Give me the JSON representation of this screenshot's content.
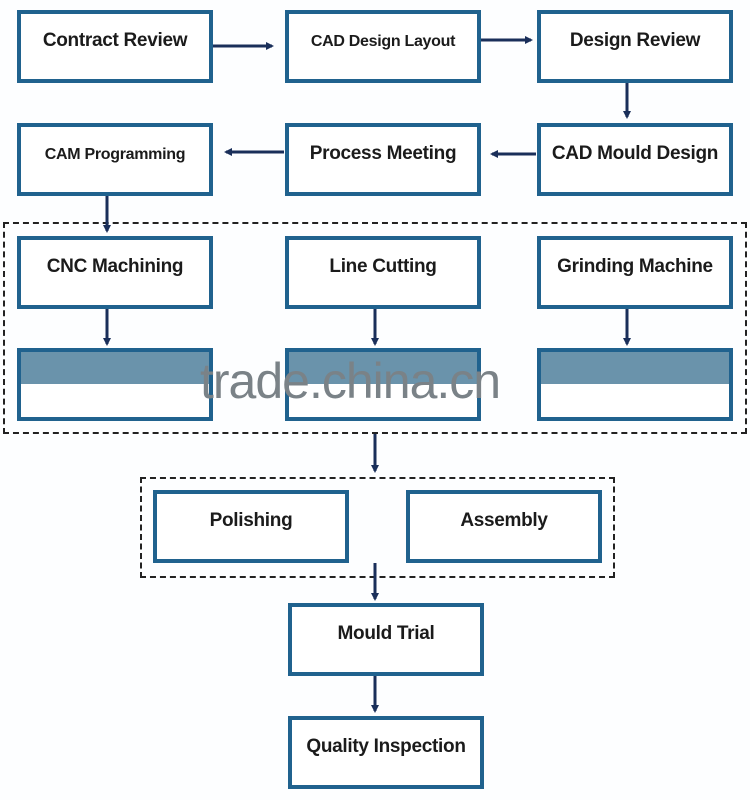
{
  "steps": {
    "contract_review": "Contract Review",
    "cad_design_layout": "CAD Design Layout",
    "design_review": "Design Review",
    "cam_programming": "CAM Programming",
    "process_meeting": "Process Meeting",
    "cad_mould_design": "CAD Mould Design",
    "cnc_machining": "CNC Machining",
    "line_cutting": "Line Cutting",
    "grinding_machine": "Grinding Machine",
    "polishing": "Polishing",
    "assembly": "Assembly",
    "mould_trial": "Mould Trial",
    "quality_inspection": "Quality Inspection"
  },
  "watermark": "trade.china.cn",
  "colors": {
    "box_border": "#20628e",
    "arrow": "#1a2f5a",
    "band": "#6a93ab"
  }
}
